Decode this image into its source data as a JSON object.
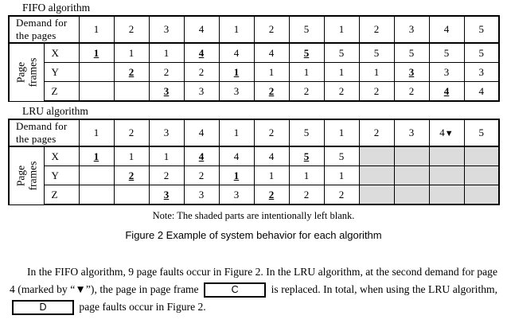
{
  "document": {
    "fifo": {
      "title": "FIFO algorithm",
      "demand_label": "Demand for the pages",
      "page_frames_label_line1": "Page",
      "page_frames_label_line2": "frames",
      "demands": [
        "1",
        "2",
        "3",
        "4",
        "1",
        "2",
        "5",
        "1",
        "2",
        "3",
        "4",
        "5"
      ],
      "rows": [
        {
          "name": "X",
          "cells": [
            {
              "v": "1",
              "fault": true
            },
            {
              "v": "1",
              "fault": false
            },
            {
              "v": "1",
              "fault": false
            },
            {
              "v": "4",
              "fault": true
            },
            {
              "v": "4",
              "fault": false
            },
            {
              "v": "4",
              "fault": false
            },
            {
              "v": "5",
              "fault": true
            },
            {
              "v": "5",
              "fault": false
            },
            {
              "v": "5",
              "fault": false
            },
            {
              "v": "5",
              "fault": false
            },
            {
              "v": "5",
              "fault": false
            },
            {
              "v": "5",
              "fault": false
            }
          ]
        },
        {
          "name": "Y",
          "cells": [
            {
              "v": "",
              "fault": false
            },
            {
              "v": "2",
              "fault": true
            },
            {
              "v": "2",
              "fault": false
            },
            {
              "v": "2",
              "fault": false
            },
            {
              "v": "1",
              "fault": true
            },
            {
              "v": "1",
              "fault": false
            },
            {
              "v": "1",
              "fault": false
            },
            {
              "v": "1",
              "fault": false
            },
            {
              "v": "1",
              "fault": false
            },
            {
              "v": "3",
              "fault": true
            },
            {
              "v": "3",
              "fault": false
            },
            {
              "v": "3",
              "fault": false
            }
          ]
        },
        {
          "name": "Z",
          "cells": [
            {
              "v": "",
              "fault": false
            },
            {
              "v": "",
              "fault": false
            },
            {
              "v": "3",
              "fault": true
            },
            {
              "v": "3",
              "fault": false
            },
            {
              "v": "3",
              "fault": false
            },
            {
              "v": "2",
              "fault": true
            },
            {
              "v": "2",
              "fault": false
            },
            {
              "v": "2",
              "fault": false
            },
            {
              "v": "2",
              "fault": false
            },
            {
              "v": "2",
              "fault": false
            },
            {
              "v": "4",
              "fault": true
            },
            {
              "v": "4",
              "fault": false
            }
          ]
        }
      ]
    },
    "lru": {
      "title": "LRU algorithm",
      "demand_label": "Demand for the pages",
      "page_frames_label_line1": "Page",
      "page_frames_label_line2": "frames",
      "demands": [
        "1",
        "2",
        "3",
        "4",
        "1",
        "2",
        "5",
        "1",
        "2",
        "3",
        "4",
        "5"
      ],
      "marker_column_index": 10,
      "marker_glyph": "▼",
      "rows": [
        {
          "name": "X",
          "cells": [
            {
              "v": "1",
              "fault": true
            },
            {
              "v": "1",
              "fault": false
            },
            {
              "v": "1",
              "fault": false
            },
            {
              "v": "4",
              "fault": true
            },
            {
              "v": "4",
              "fault": false
            },
            {
              "v": "4",
              "fault": false
            },
            {
              "v": "5",
              "fault": true
            },
            {
              "v": "5",
              "fault": false
            },
            {
              "v": "",
              "shaded": true
            },
            {
              "v": "",
              "shaded": true
            },
            {
              "v": "",
              "shaded": true
            },
            {
              "v": "",
              "shaded": true
            }
          ]
        },
        {
          "name": "Y",
          "cells": [
            {
              "v": "",
              "fault": false
            },
            {
              "v": "2",
              "fault": true
            },
            {
              "v": "2",
              "fault": false
            },
            {
              "v": "2",
              "fault": false
            },
            {
              "v": "1",
              "fault": true
            },
            {
              "v": "1",
              "fault": false
            },
            {
              "v": "1",
              "fault": false
            },
            {
              "v": "1",
              "fault": false
            },
            {
              "v": "",
              "shaded": true
            },
            {
              "v": "",
              "shaded": true
            },
            {
              "v": "",
              "shaded": true
            },
            {
              "v": "",
              "shaded": true
            }
          ]
        },
        {
          "name": "Z",
          "cells": [
            {
              "v": "",
              "fault": false
            },
            {
              "v": "",
              "fault": false
            },
            {
              "v": "3",
              "fault": true
            },
            {
              "v": "3",
              "fault": false
            },
            {
              "v": "3",
              "fault": false
            },
            {
              "v": "2",
              "fault": true
            },
            {
              "v": "2",
              "fault": false
            },
            {
              "v": "2",
              "fault": false
            },
            {
              "v": "",
              "shaded": true
            },
            {
              "v": "",
              "shaded": true
            },
            {
              "v": "",
              "shaded": true
            },
            {
              "v": "",
              "shaded": true
            }
          ]
        }
      ]
    },
    "note": "Note: The shaded parts are intentionally left blank.",
    "figure_caption": "Figure 2  Example of system behavior for each algorithm",
    "paragraph": {
      "part1": "In the FIFO algorithm, 9 page faults occur in Figure 2.  In the LRU algorithm, at the second demand for page 4 (marked by “▼”), the page in page frame",
      "box_c": "C",
      "part2": "is replaced. In total, when using the LRU algorithm,",
      "box_d": "D",
      "part3": "page faults occur in Figure 2."
    },
    "colors": {
      "shaded_cell": "#dcdcdc",
      "border": "#000000",
      "background": "#ffffff"
    }
  }
}
